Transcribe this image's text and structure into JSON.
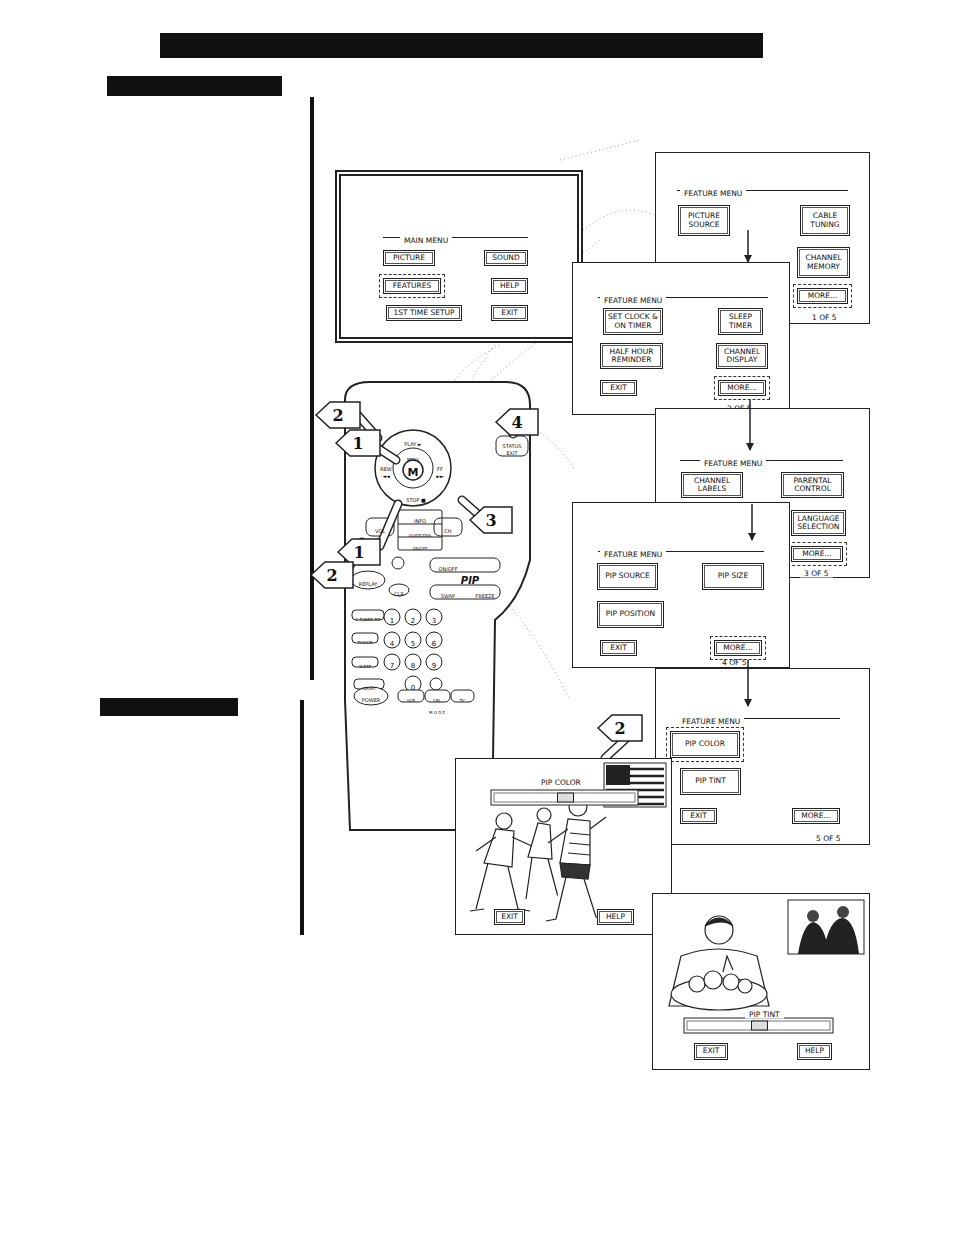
{
  "diagram": {
    "nodes": [
      {
        "text": [
          "MAIN MENU"
        ]
      },
      {
        "text": [
          "PICTURE"
        ],
        "in": 0
      },
      {
        "text": [
          "SOUND"
        ],
        "in": 0
      },
      {
        "text": [
          "FEATURES"
        ],
        "in": 0
      },
      {
        "text": [
          "HELP"
        ],
        "in": 0
      },
      {
        "text": [
          "1ST TIME SETUP"
        ],
        "in": 0
      },
      {
        "text": [
          "EXIT"
        ],
        "in": 0
      },
      {
        "text": [
          "FEATURE MENU",
          "1 OF 5"
        ]
      },
      {
        "text": [
          "PICTURE SOURCE"
        ],
        "in": 7
      },
      {
        "text": [
          "CABLE TUNING"
        ],
        "in": 7
      },
      {
        "text": [
          "CHANNEL MEMORY"
        ],
        "in": 7
      },
      {
        "text": [
          "MORE..."
        ],
        "in": 7
      },
      {
        "text": [
          "FEATURE MENU",
          "2 OF 5"
        ]
      },
      {
        "text": [
          "SET CLOCK & ON TIMER"
        ],
        "in": 12
      },
      {
        "text": [
          "SLEEP TIMER"
        ],
        "in": 12
      },
      {
        "text": [
          "HALF HOUR REMINDER"
        ],
        "in": 12
      },
      {
        "text": [
          "CHANNEL DISPLAY"
        ],
        "in": 12
      },
      {
        "text": [
          "EXIT"
        ],
        "in": 12
      },
      {
        "text": [
          "MORE..."
        ],
        "in": 12
      },
      {
        "text": [
          "FEATURE MENU",
          "3 OF 5"
        ]
      },
      {
        "text": [
          "CHANNEL LABELS"
        ],
        "in": 19
      },
      {
        "text": [
          "PARENTAL CONTROL"
        ],
        "in": 19
      },
      {
        "text": [
          "LANGUAGE SELECTION"
        ],
        "in": 19
      },
      {
        "text": [
          "MORE..."
        ],
        "in": 19
      },
      {
        "text": [
          "FEATURE MENU",
          "4 OF 5"
        ]
      },
      {
        "text": [
          "PIP SOURCE"
        ],
        "in": 24
      },
      {
        "text": [
          "PIP SIZE"
        ],
        "in": 24
      },
      {
        "text": [
          "PIP POSITION"
        ],
        "in": 24
      },
      {
        "text": [
          "EXIT"
        ],
        "in": 24
      },
      {
        "text": [
          "MORE..."
        ],
        "in": 24
      },
      {
        "text": [
          "FEATURE MENU",
          "5 OF 5"
        ]
      },
      {
        "text": [
          "PIP COLOR"
        ],
        "in": 30
      },
      {
        "text": [
          "PIP TINT"
        ],
        "in": 30
      },
      {
        "text": [
          "EXIT"
        ],
        "in": 30
      },
      {
        "text": [
          "MORE..."
        ],
        "in": 30
      },
      {
        "text": [
          "PIP COLOR"
        ]
      },
      {
        "text": [
          "EXIT"
        ],
        "in": 35
      },
      {
        "text": [
          "HELP"
        ],
        "in": 35
      },
      {
        "text": [
          "PIP TINT"
        ]
      },
      {
        "text": [
          "EXIT"
        ],
        "in": 38
      },
      {
        "text": [
          "HELP"
        ],
        "in": 38
      }
    ],
    "edges": [
      {
        "from": 7,
        "to": 12,
        "arrow": "to"
      },
      {
        "from": 12,
        "to": 19,
        "arrow": "to"
      },
      {
        "from": 19,
        "to": 24,
        "arrow": "to"
      },
      {
        "from": 24,
        "to": 30,
        "arrow": "to"
      }
    ],
    "labels": [
      "2",
      "1",
      "4",
      "3",
      "1",
      "2",
      "2",
      "PLAY ►",
      "STATUS",
      "EXIT",
      "REW",
      "◄◄",
      "M",
      "MENU",
      "FF",
      "►►",
      "STOP ■",
      "VOL",
      "INFO",
      "GUIDE/DSS",
      "ON/OFF",
      "CH",
      "ON/OFF",
      "PIP",
      "SWAP",
      "FREEZE",
      "REPLAY",
      "CLR",
      "2 TUNER PIP",
      "TV/VCR",
      "SLEEP",
      "SMART",
      "POWER",
      "VCR",
      "CBL",
      "TV",
      "M O D E",
      "1",
      "2",
      "3",
      "4",
      "5",
      "6",
      "7",
      "8",
      "9",
      "0"
    ]
  }
}
